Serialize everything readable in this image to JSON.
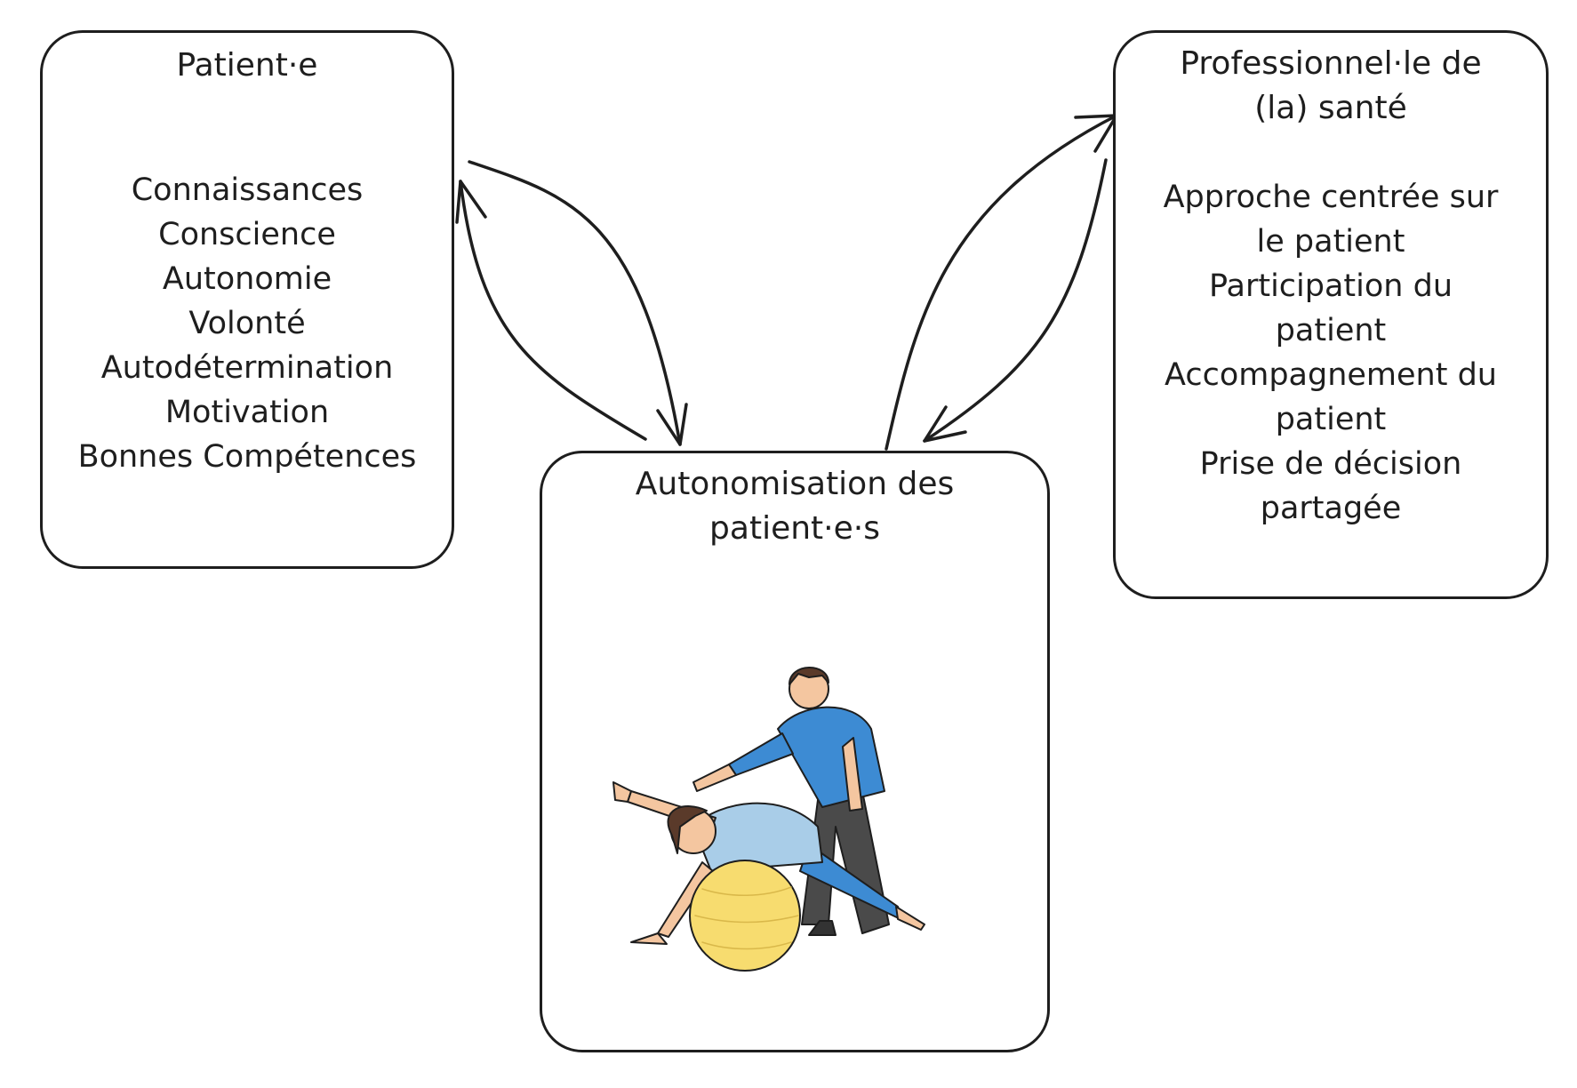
{
  "patient": {
    "title": "Patient·e",
    "items": [
      "Connaissances",
      "Conscience",
      "Autonomie",
      "Volonté",
      "Autodétermination",
      "Motivation",
      "Bonnes Compétences"
    ]
  },
  "professional": {
    "title": "Professionnel·le de (la) santé",
    "items": [
      "Approche centrée sur le patient",
      "Participation du patient",
      "Accompagnement du patient",
      "Prise de décision partagée"
    ]
  },
  "empowerment": {
    "title": "Autonomisation des patient·e·s"
  },
  "icons": [
    "physiotherapy-illustration",
    "arrow-icon"
  ],
  "colors": {
    "stroke": "#1e1e1e",
    "shirt_therapist": "#3d8bd3",
    "shirt_patient": "#a9cde8",
    "ball": "#f7dc6f",
    "pants": "#4a4a4a"
  }
}
